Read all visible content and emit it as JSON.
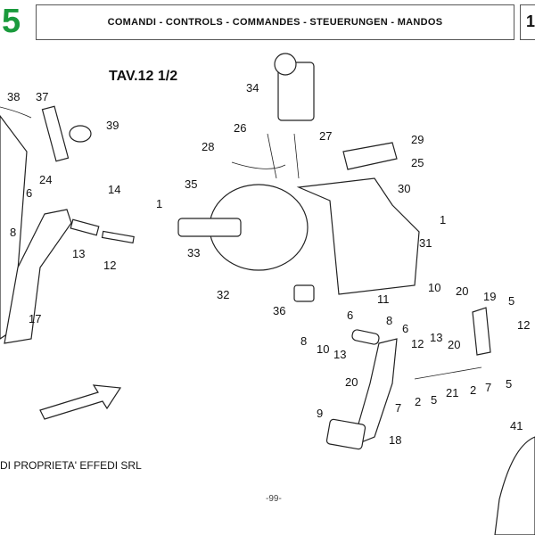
{
  "header": {
    "section_number": "5",
    "title": "COMANDI - CONTROLS - COMMANDES - STEUERUNGEN - MANDOS",
    "page_box": "1"
  },
  "diagram": {
    "table_ref": "TAV.12 1/2",
    "callouts": [
      "38",
      "37",
      "39",
      "34",
      "26",
      "27",
      "29",
      "28",
      "25",
      "24",
      "6",
      "14",
      "35",
      "30",
      "1",
      "1",
      "8",
      "31",
      "33",
      "13",
      "12",
      "32",
      "17",
      "11",
      "10",
      "20",
      "19",
      "5",
      "36",
      "6",
      "8",
      "6",
      "13",
      "12",
      "8",
      "10",
      "13",
      "20",
      "12",
      "20",
      "7",
      "5",
      "21",
      "2",
      "2",
      "5",
      "7",
      "9",
      "18",
      "41"
    ]
  },
  "footer": {
    "ownership": "DI PROPRIETA' EFFEDI SRL",
    "page_number": "-99-"
  }
}
